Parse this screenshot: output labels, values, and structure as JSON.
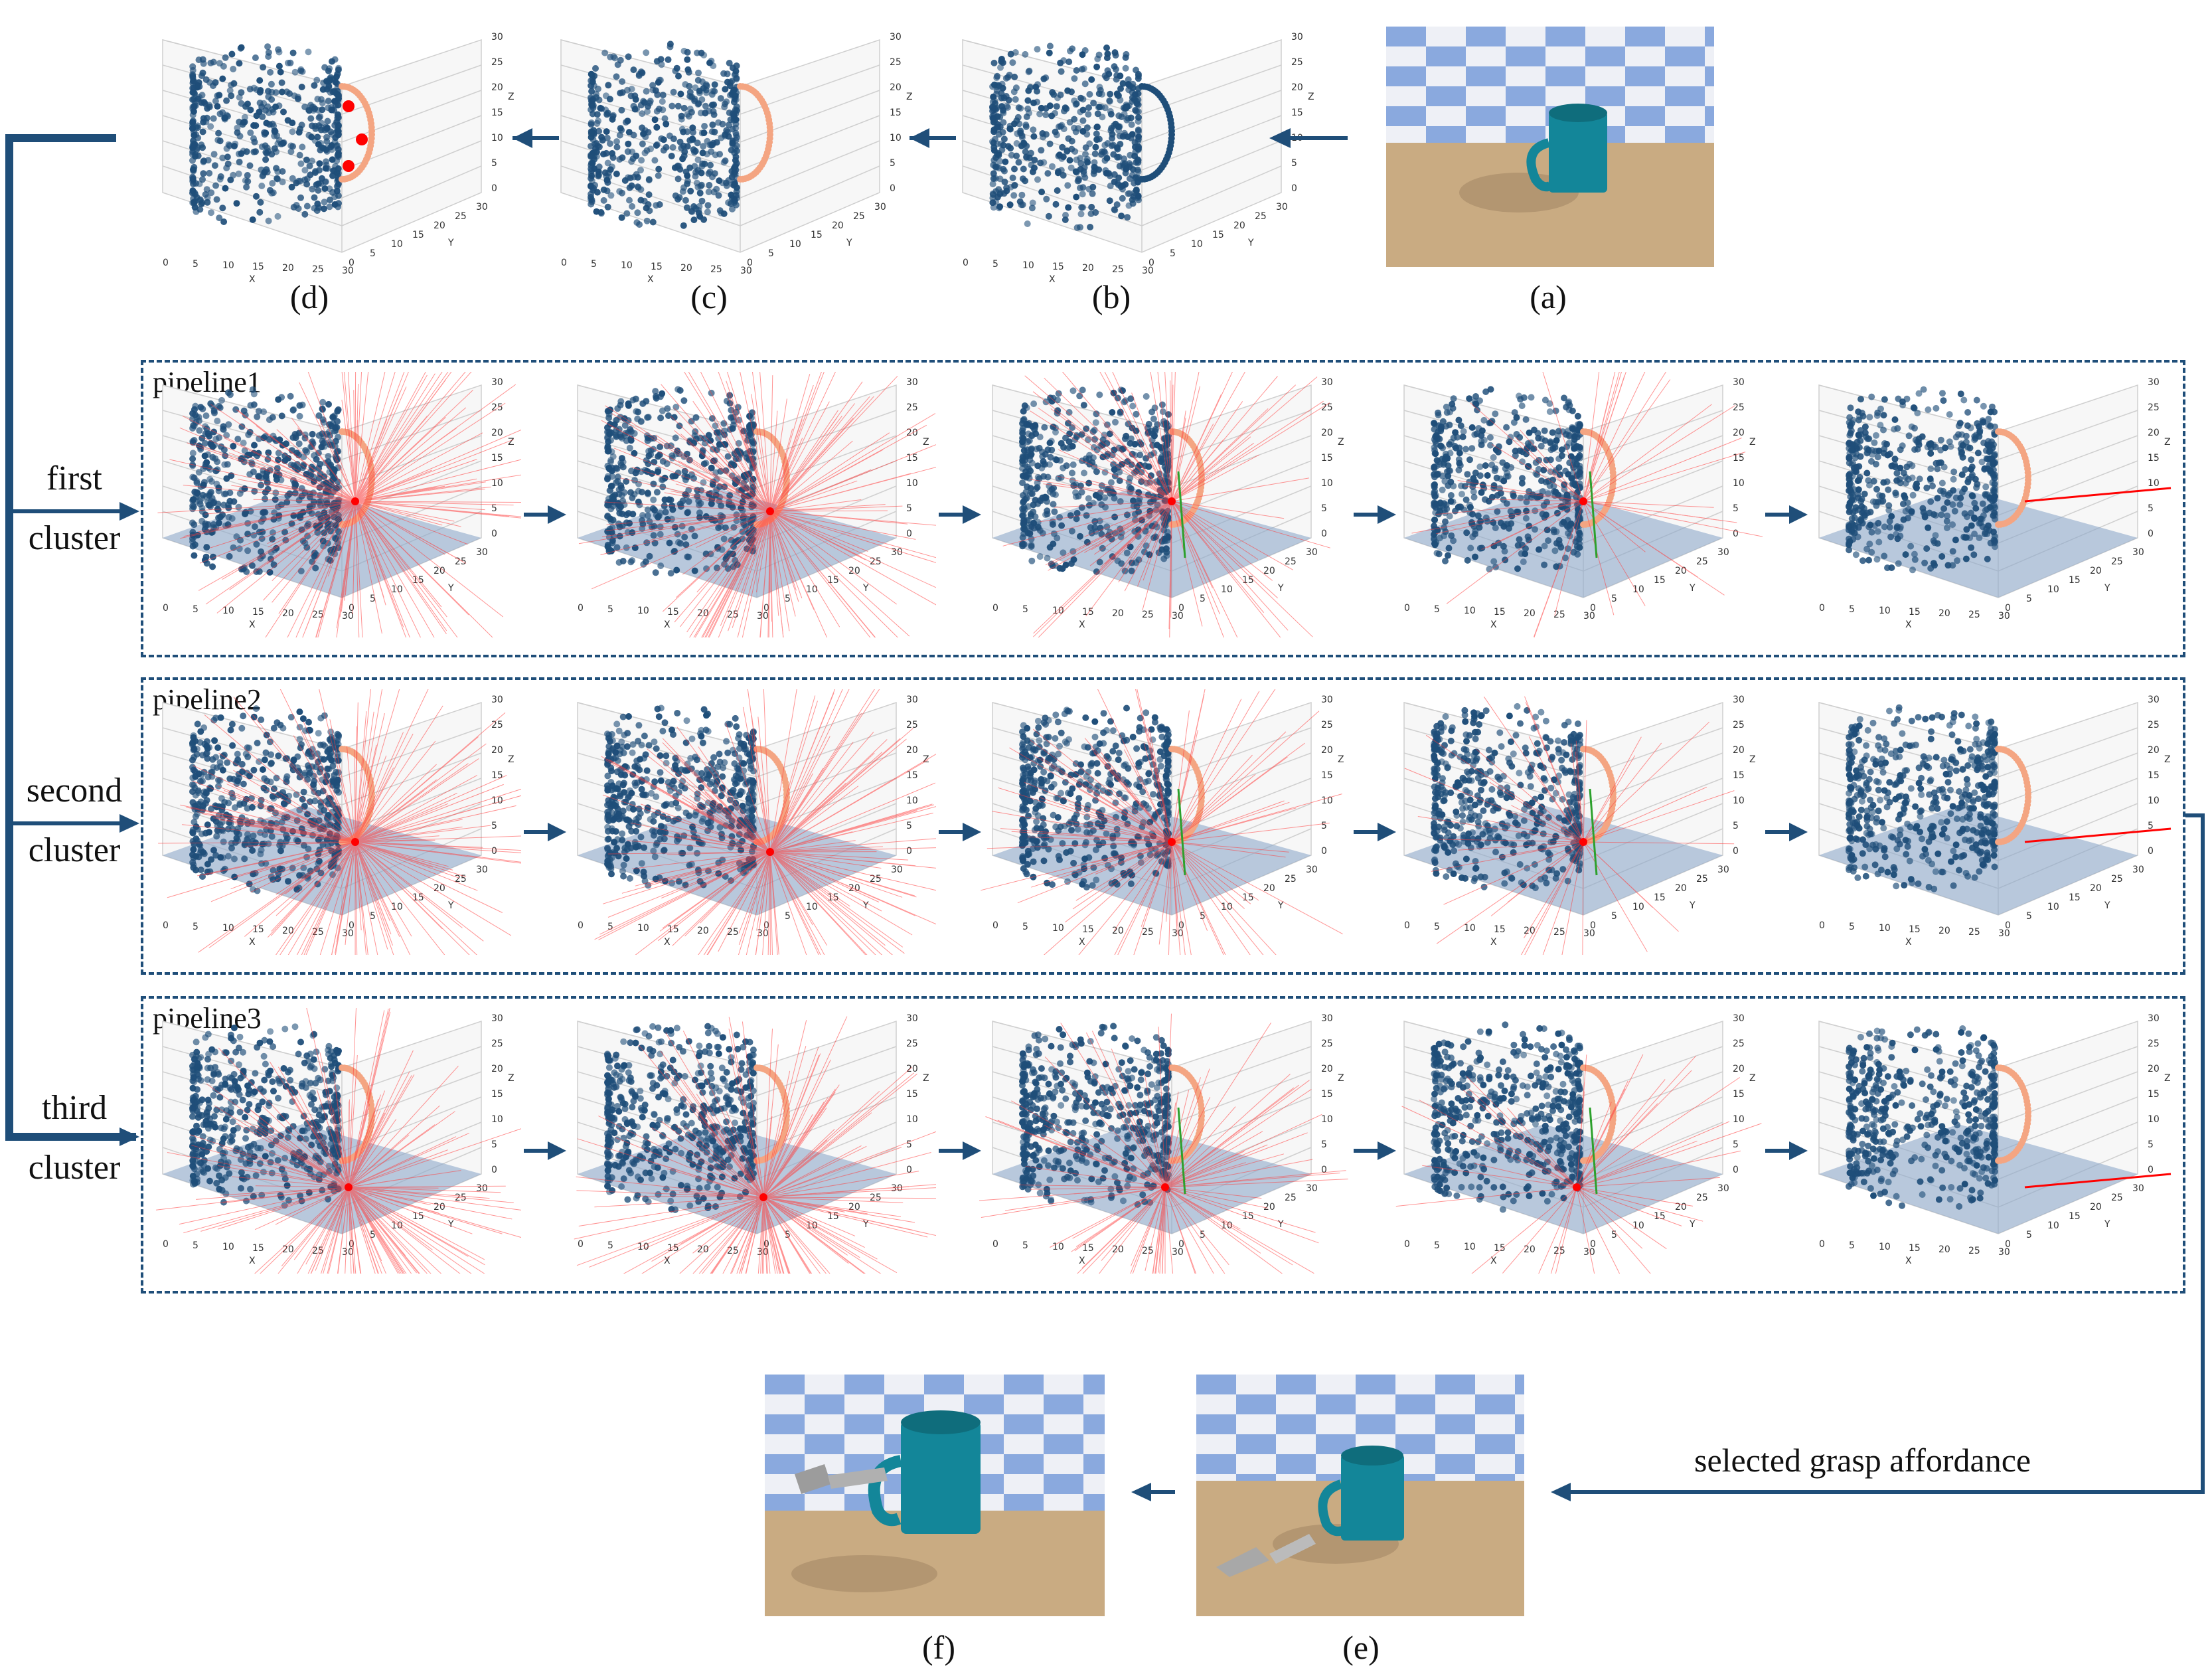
{
  "top_row": {
    "captions": [
      "(d)",
      "(c)",
      "(b)",
      "(a)"
    ]
  },
  "pipelines": [
    {
      "title": "pipeline1",
      "label_line1": "first",
      "label_line2": "cluster"
    },
    {
      "title": "pipeline2",
      "label_line1": "second",
      "label_line2": "cluster"
    },
    {
      "title": "pipeline3",
      "label_line1": "third",
      "label_line2": "cluster"
    }
  ],
  "bottom_row": {
    "captions": [
      "(f)",
      "(e)"
    ],
    "selected_label": "selected grasp affordance"
  },
  "axis_labels": {
    "x": "X",
    "y": "Y",
    "z": "Z"
  },
  "axis_ticks": {
    "z": [
      "0",
      "5",
      "10",
      "15",
      "20",
      "25",
      "30"
    ],
    "x": [
      "0",
      "5",
      "10",
      "15",
      "20",
      "25",
      "30"
    ],
    "y": [
      "0",
      "5",
      "10",
      "15",
      "20",
      "25",
      "30"
    ]
  },
  "colors": {
    "arrow": "#1f4e79",
    "cup_points": "#1f4e79",
    "handle_points": "#f4a582",
    "rays": "#ff3b3b",
    "plane": "#8ea9c9",
    "checker_blue": "#8aa9de",
    "table": "#c9ab82",
    "cup": "#138699"
  }
}
